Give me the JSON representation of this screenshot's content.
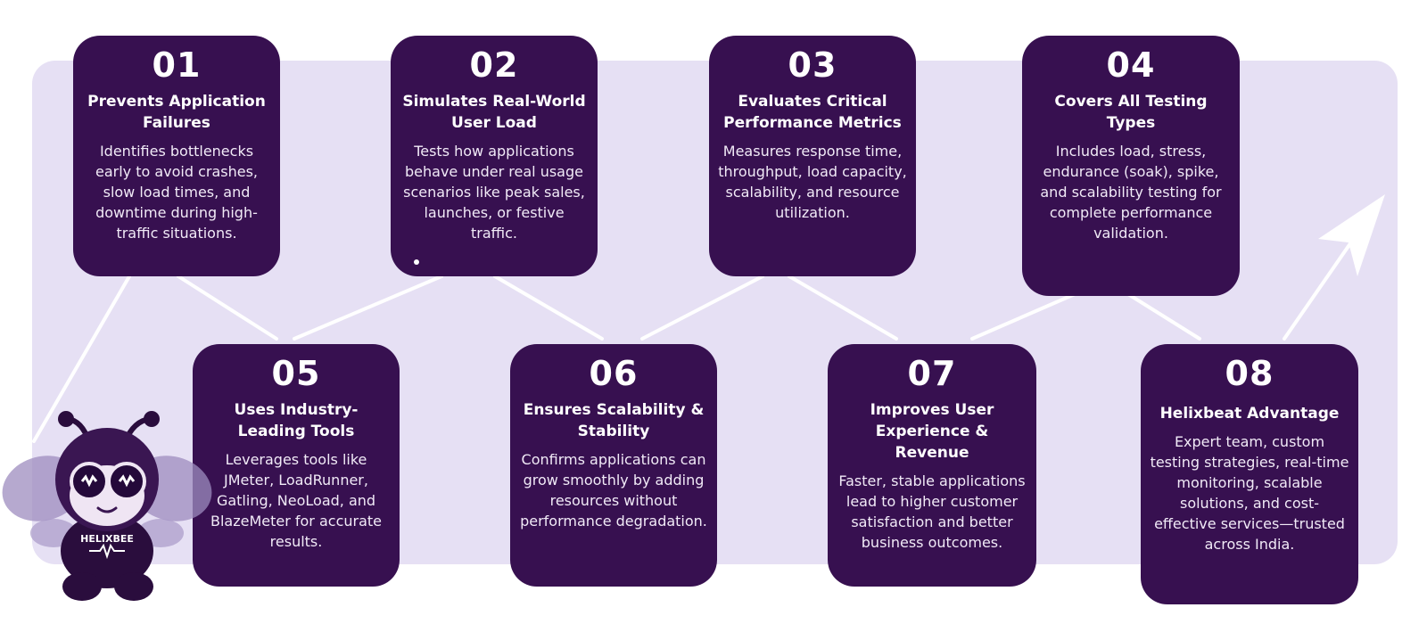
{
  "steps": [
    {
      "num": "01",
      "title": "Prevents Application Failures",
      "desc": "Identifies bottlenecks early to avoid crashes, slow load times, and downtime during high-traffic situations."
    },
    {
      "num": "02",
      "title": "Simulates Real-World User Load",
      "desc": "Tests how applications behave under real usage scenarios like peak sales, launches, or festive traffic."
    },
    {
      "num": "03",
      "title": "Evaluates Critical Performance Metrics",
      "desc": "Measures response time, throughput, load capacity, scalability, and resource utilization."
    },
    {
      "num": "04",
      "title": "Covers All Testing Types",
      "desc": "Includes load, stress, endurance (soak), spike, and scalability testing for complete performance validation."
    },
    {
      "num": "05",
      "title": "Uses Industry-Leading Tools",
      "desc": "Leverages tools like JMeter, LoadRunner, Gatling, NeoLoad, and BlazeMeter for accurate results."
    },
    {
      "num": "06",
      "title": "Ensures Scalability & Stability",
      "desc": "Confirms applications can grow smoothly by adding resources without performance degradation."
    },
    {
      "num": "07",
      "title": "Improves User Experience & Revenue",
      "desc": "Faster, stable applications lead to higher customer satisfaction and better business outcomes."
    },
    {
      "num": "08",
      "title": "Helixbeat Advantage",
      "desc": "Expert team, custom testing strategies, real-time monitoring, scalable solutions, and cost-effective services—trusted across India."
    }
  ],
  "mascot": {
    "label": "HELIXBEE"
  },
  "colors": {
    "card": "#371050",
    "panel": "#e6e0f4",
    "line": "#ffffff"
  }
}
